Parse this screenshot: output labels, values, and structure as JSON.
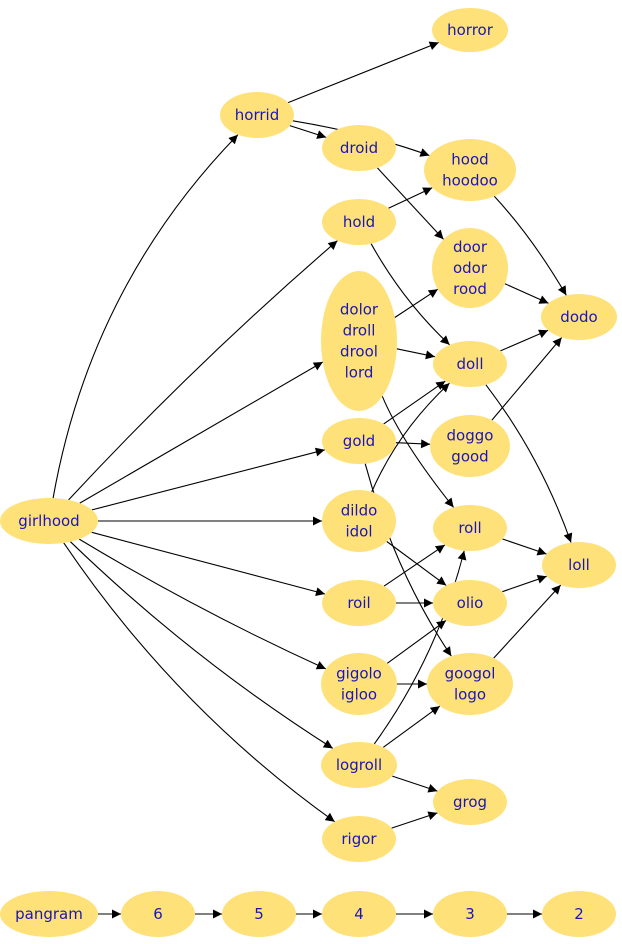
{
  "graph": {
    "nodes": [
      {
        "id": "horror",
        "lines": [
          "horror"
        ]
      },
      {
        "id": "horrid",
        "lines": [
          "horrid"
        ]
      },
      {
        "id": "droid",
        "lines": [
          "droid"
        ]
      },
      {
        "id": "hood",
        "lines": [
          "hood",
          "hoodoo"
        ]
      },
      {
        "id": "hold",
        "lines": [
          "hold"
        ]
      },
      {
        "id": "door",
        "lines": [
          "door",
          "odor",
          "rood"
        ]
      },
      {
        "id": "dolor",
        "lines": [
          "dolor",
          "droll",
          "drool",
          "lord"
        ]
      },
      {
        "id": "dodo",
        "lines": [
          "dodo"
        ]
      },
      {
        "id": "doll",
        "lines": [
          "doll"
        ]
      },
      {
        "id": "gold",
        "lines": [
          "gold"
        ]
      },
      {
        "id": "doggo",
        "lines": [
          "doggo",
          "good"
        ]
      },
      {
        "id": "girlhood",
        "lines": [
          "girlhood"
        ]
      },
      {
        "id": "dildo",
        "lines": [
          "dildo",
          "idol"
        ]
      },
      {
        "id": "roll",
        "lines": [
          "roll"
        ]
      },
      {
        "id": "loll",
        "lines": [
          "loll"
        ]
      },
      {
        "id": "roil",
        "lines": [
          "roil"
        ]
      },
      {
        "id": "olio",
        "lines": [
          "olio"
        ]
      },
      {
        "id": "gigolo",
        "lines": [
          "gigolo",
          "igloo"
        ]
      },
      {
        "id": "googol",
        "lines": [
          "googol",
          "logo"
        ]
      },
      {
        "id": "logroll",
        "lines": [
          "logroll"
        ]
      },
      {
        "id": "grog",
        "lines": [
          "grog"
        ]
      },
      {
        "id": "rigor",
        "lines": [
          "rigor"
        ]
      },
      {
        "id": "pangram",
        "lines": [
          "pangram"
        ]
      },
      {
        "id": "n6",
        "lines": [
          "6"
        ]
      },
      {
        "id": "n5",
        "lines": [
          "5"
        ]
      },
      {
        "id": "n4",
        "lines": [
          "4"
        ]
      },
      {
        "id": "n3",
        "lines": [
          "3"
        ]
      },
      {
        "id": "n2",
        "lines": [
          "2"
        ]
      }
    ],
    "edges": [
      [
        "horrid",
        "horror"
      ],
      [
        "horrid",
        "droid"
      ],
      [
        "horrid",
        "hood"
      ],
      [
        "hood",
        "dodo"
      ],
      [
        "droid",
        "door"
      ],
      [
        "hold",
        "hood"
      ],
      [
        "hold",
        "doll"
      ],
      [
        "door",
        "dodo"
      ],
      [
        "dolor",
        "door"
      ],
      [
        "dolor",
        "doll"
      ],
      [
        "dolor",
        "roll"
      ],
      [
        "doll",
        "dodo"
      ],
      [
        "doll",
        "loll"
      ],
      [
        "gold",
        "doll"
      ],
      [
        "gold",
        "doggo"
      ],
      [
        "gold",
        "googol"
      ],
      [
        "doggo",
        "dodo"
      ],
      [
        "dildo",
        "doll"
      ],
      [
        "dildo",
        "olio"
      ],
      [
        "roll",
        "loll"
      ],
      [
        "roil",
        "roll"
      ],
      [
        "roil",
        "olio"
      ],
      [
        "olio",
        "loll"
      ],
      [
        "gigolo",
        "olio"
      ],
      [
        "gigolo",
        "googol"
      ],
      [
        "googol",
        "loll"
      ],
      [
        "logroll",
        "roll"
      ],
      [
        "logroll",
        "googol"
      ],
      [
        "logroll",
        "grog"
      ],
      [
        "rigor",
        "grog"
      ],
      [
        "girlhood",
        "horrid"
      ],
      [
        "girlhood",
        "hold"
      ],
      [
        "girlhood",
        "dolor"
      ],
      [
        "girlhood",
        "gold"
      ],
      [
        "girlhood",
        "dildo"
      ],
      [
        "girlhood",
        "roil"
      ],
      [
        "girlhood",
        "gigolo"
      ],
      [
        "girlhood",
        "logroll"
      ],
      [
        "girlhood",
        "rigor"
      ],
      [
        "pangram",
        "n6"
      ],
      [
        "n6",
        "n5"
      ],
      [
        "n5",
        "n4"
      ],
      [
        "n4",
        "n3"
      ],
      [
        "n3",
        "n2"
      ]
    ]
  },
  "colors": {
    "node_fill": "#ffe17a",
    "node_text": "#1a16b4",
    "edge": "#000000",
    "background": "#ffffff"
  }
}
